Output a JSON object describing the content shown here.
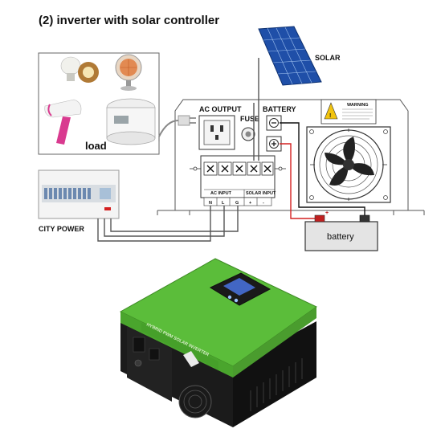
{
  "title": "(2) inverter with solar controller",
  "labels": {
    "solar": "SOLAR",
    "battery_top": "BATTERY",
    "ac_output": "AC OUTPUT",
    "fuse": "FUSE",
    "load": "load",
    "city_power": "CITY POWER",
    "ac_input": "AC INPUT",
    "solar_input": "SOLAR INPUT",
    "terminal_n": "N",
    "terminal_l": "L",
    "terminal_g": "G",
    "terminal_plus": "+",
    "terminal_minus": "-",
    "battery_unit": "battery",
    "warning": "WARNING",
    "product_side": "HYBRID PWM SOLAR INVERTER"
  },
  "colors": {
    "wire_neutral": "#555555",
    "wire_positive": "#d42020",
    "wire_negative": "#111111",
    "inverter_green": "#5bbd3a",
    "inverter_dark": "#1b1b1b",
    "solar_blue": "#1f4fa8",
    "battery_fill": "#e4e4e4"
  },
  "icons": {
    "bulb": "light-bulb-icon",
    "heater": "heater-icon",
    "dryer": "hair-dryer-icon",
    "cooker": "rice-cooker-icon",
    "fan": "fan-icon",
    "warning": "warning-triangle-icon",
    "plug": "plug-icon"
  }
}
